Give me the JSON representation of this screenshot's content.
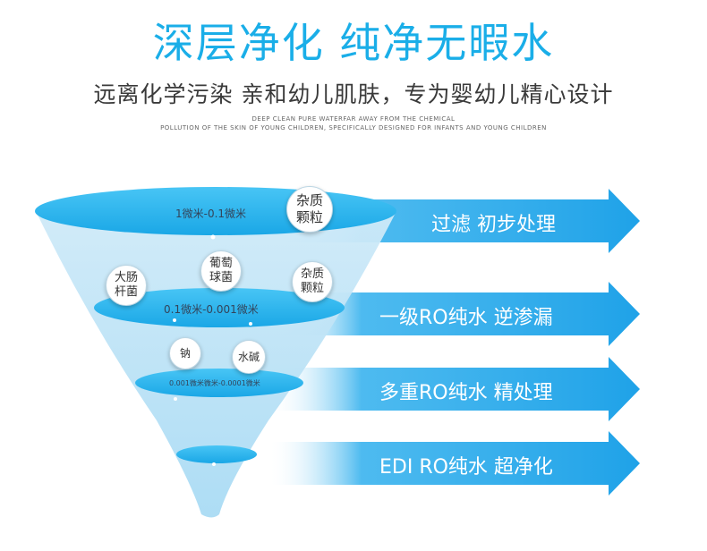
{
  "header": {
    "title": "深层净化  纯净无暇水",
    "subtitle": "远离化学污染  亲和幼儿肌肤，专为婴幼儿精心设计",
    "english_line1": "DEEP CLEAN PURE WATERFAR AWAY FROM THE CHEMICAL",
    "english_line2": "POLLUTION OF THE SKIN OF YOUNG CHILDREN, SPECIFICALLY DESIGNED FOR INFANTS AND YOUNG CHILDREN"
  },
  "funnel": {
    "layer1_range": "1微米-0.1微米",
    "layer2_range": "0.1微米-0.001微米",
    "layer3_range": "0.001微米微米-0.0001微米",
    "bubbles": {
      "impurities_top": "杂质\n颗粒",
      "staph": "葡萄\n球菌",
      "e_coli": "大肠\n杆菌",
      "impurities_mid": "杂质\n颗粒",
      "sodium": "钠",
      "alkali": "水碱"
    }
  },
  "stages": [
    {
      "label": "过滤  初步处理"
    },
    {
      "label": "一级RO纯水  逆渗漏"
    },
    {
      "label": "多重RO纯水  精处理"
    },
    {
      "label": "EDI  RO纯水  超净化"
    }
  ],
  "colors": {
    "brand_blue": "#1aaee8",
    "arrow_blue": "#2aa8ea",
    "funnel_light": "#bfe3f6",
    "disc_blue": "#2cb6ef"
  }
}
